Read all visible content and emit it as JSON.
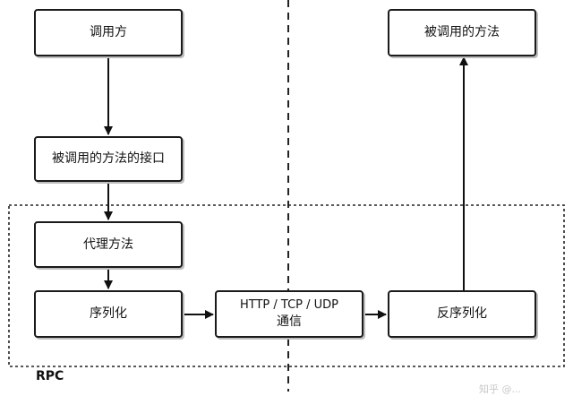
{
  "nodes": {
    "caller": "调用方",
    "interface": "被调用的方法的接口",
    "proxy": "代理方法",
    "serialize": "序列化",
    "transport_protocols": "HTTP / TCP / UDP",
    "transport_label": "通信",
    "deserialize": "反序列化",
    "callee": "被调用的方法"
  },
  "rpc_label": "RPC",
  "watermark": "知乎 @..."
}
